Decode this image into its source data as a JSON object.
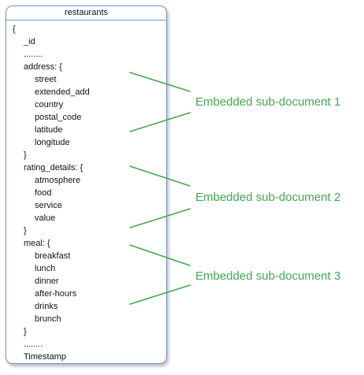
{
  "collection": {
    "title": "restaurants",
    "lines": [
      "{",
      "_id",
      "........",
      "address: {",
      "street",
      "extended_add",
      "country",
      "postal_code",
      "latitude",
      "longitude",
      "}",
      "rating_details: {",
      "atmosphere",
      "food",
      "service",
      "value",
      "}",
      "meal: {",
      "breakfast",
      "lunch",
      "dinner",
      "after-hours",
      "drinks",
      "brunch",
      "}",
      "........",
      "Timestamp"
    ]
  },
  "callouts": [
    {
      "label": "Embedded sub-document 1"
    },
    {
      "label": "Embedded sub-document 2"
    },
    {
      "label": "Embedded sub-document 3"
    }
  ],
  "colors": {
    "card_border": "#6f93c9",
    "callout": "#3fa94f",
    "text": "#111111"
  }
}
